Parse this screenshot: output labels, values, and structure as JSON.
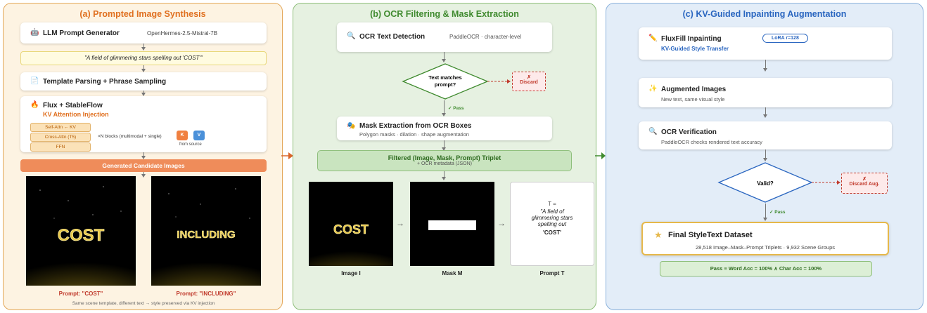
{
  "panel_a": {
    "title": "(a) Prompted Image Synthesis",
    "llm": {
      "icon": "robot-icon",
      "title": "LLM Prompt Generator",
      "model": "OpenHermes-2.5-Mistral-7B"
    },
    "prompt_example": "\"A field of glimmering stars spelling out 'COST'\"",
    "template": {
      "icon": "document-icon",
      "title": "Template Parsing + Phrase Sampling"
    },
    "flux": {
      "icon": "fire-icon",
      "title": "Flux + StableFlow",
      "subtitle": "KV Attention Injection",
      "blocks": [
        "Self-Attn ← KV",
        "Cross-Attn (T5)",
        "FFN"
      ],
      "blocks_note": "×N blocks (multimodal + single)",
      "k_label": "K",
      "v_label": "V",
      "kv_note": "from source"
    },
    "candidates_bar": "Generated Candidate Images",
    "image1_text": "COST",
    "image2_text": "INCLUDING",
    "caption1": "Prompt: \"COST\"",
    "caption2": "Prompt: \"INCLUDING\"",
    "footnote": "Same scene template, different text → style preserved via KV injection"
  },
  "panel_b": {
    "title": "(b) OCR Filtering & Mask Extraction",
    "ocr": {
      "icon": "magnifier-icon",
      "title": "OCR Text Detection",
      "detail": "PaddleOCR · character-level"
    },
    "decision": {
      "line1": "Text matches",
      "line2": "prompt?"
    },
    "discard": {
      "mark": "✗",
      "label": "Discard"
    },
    "pass_label": "✓ Pass",
    "mask": {
      "icon": "mask-icon",
      "title": "Mask Extraction from OCR Boxes",
      "detail": "Polygon masks · dilation · shape augmentation"
    },
    "triplet": {
      "title": "Filtered (Image, Mask, Prompt) Triplet",
      "detail": "+ OCR metadata (JSON)"
    },
    "image_text": "COST",
    "prompt_card": {
      "t": "T =",
      "l1": "\"A field of",
      "l2": "glimmering stars",
      "l3": "spelling out",
      "l4": "'COST'"
    },
    "cap_image": "Image I",
    "cap_mask": "Mask M",
    "cap_prompt": "Prompt T"
  },
  "panel_c": {
    "title": "(c) KV-Guided Inpainting Augmentation",
    "fluxfill": {
      "icon": "pencil-icon",
      "title": "FluxFill Inpainting",
      "subtitle": "KV-Guided Style Transfer",
      "badge": "LoRA r=128"
    },
    "augmented": {
      "icon": "sparkle-icon",
      "title": "Augmented Images",
      "detail": "New text, same visual style"
    },
    "ocr_verif": {
      "icon": "magnifier-icon",
      "title": "OCR Verification",
      "detail": "PaddleOCR checks rendered text accuracy"
    },
    "decision": "Valid?",
    "discard": {
      "mark": "✗",
      "label": "Discard Aug."
    },
    "pass_label": "✓ Pass",
    "final": {
      "icon": "star-icon",
      "title": "Final StyleText Dataset",
      "detail": "28,518 Image–Mask–Prompt Triplets · 9,932 Scene Groups"
    },
    "criteria": "Pass ≡ Word Acc = 100% ∧ Char Acc = 100%"
  },
  "colors": {
    "orange": "#e07020",
    "green": "#3f8a2e",
    "blue": "#2a66c0",
    "red": "#c0392b"
  }
}
